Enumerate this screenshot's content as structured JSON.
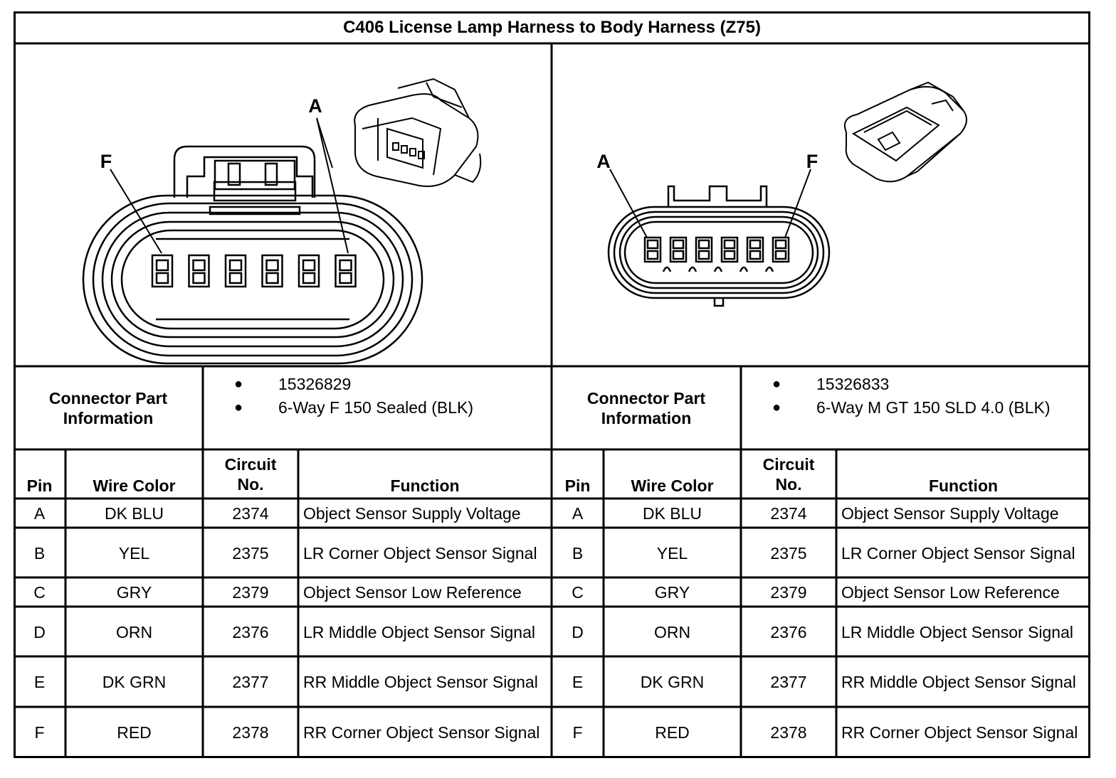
{
  "title": "C406 License Lamp Harness to Body Harness (Z75)",
  "connectors": [
    {
      "side": "left",
      "label_left": "F",
      "label_right": "A",
      "part_info_label": "Connector Part Information",
      "part_info": [
        "15326829",
        "6-Way F 150 Sealed (BLK)"
      ]
    },
    {
      "side": "right",
      "label_left": "A",
      "label_right": "F",
      "part_info_label": "Connector Part Information",
      "part_info": [
        "15326833",
        "6-Way M GT 150 SLD 4.0 (BLK)"
      ]
    }
  ],
  "table": {
    "headers": {
      "pin": "Pin",
      "wire_color": "Wire Color",
      "circuit": "Circuit No.",
      "function": "Function"
    },
    "rows": [
      {
        "pin": "A",
        "wire_color": "DK BLU",
        "circuit": "2374",
        "function": "Object Sensor Supply Voltage"
      },
      {
        "pin": "B",
        "wire_color": "YEL",
        "circuit": "2375",
        "function": "LR Corner Object Sensor Signal"
      },
      {
        "pin": "C",
        "wire_color": "GRY",
        "circuit": "2379",
        "function": "Object Sensor Low Reference"
      },
      {
        "pin": "D",
        "wire_color": "ORN",
        "circuit": "2376",
        "function": "LR Middle Object Sensor Signal"
      },
      {
        "pin": "E",
        "wire_color": "DK GRN",
        "circuit": "2377",
        "function": "RR Middle Object Sensor Signal"
      },
      {
        "pin": "F",
        "wire_color": "RED",
        "circuit": "2378",
        "function": "RR Corner Object Sensor Signal"
      }
    ]
  }
}
